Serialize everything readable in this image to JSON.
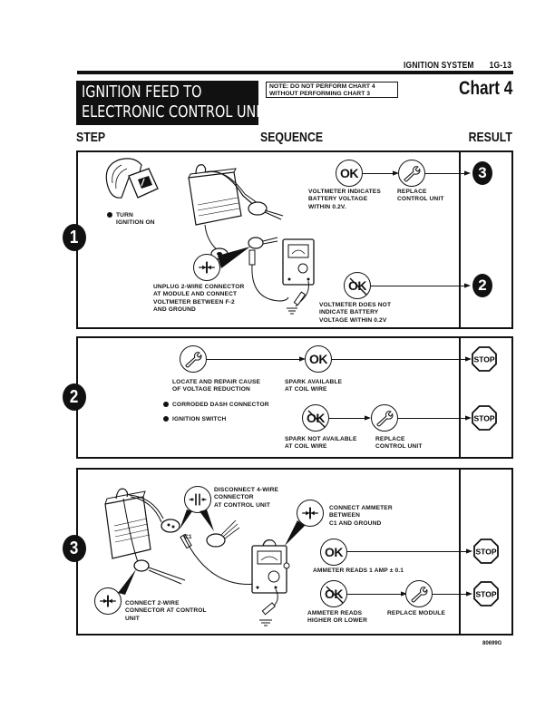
{
  "header": {
    "section": "IGNITION SYSTEM",
    "page": "1G-13",
    "title_line1": "IGNITION FEED TO",
    "title_line2": "ELECTRONIC CONTROL UNIT",
    "note_line1": "NOTE:  DO NOT PERFORM CHART 4",
    "note_line2": "WITHOUT PERFORMING CHART 3",
    "chart_label": "Chart 4"
  },
  "columns": {
    "step": "STEP",
    "sequence": "SEQUENCE",
    "result": "RESULT"
  },
  "steps": [
    {
      "number": "1",
      "instruction_bullet": "TURN",
      "instruction_bullet_line2": "IGNITION ON",
      "connector_label": [
        "UNPLUG 2-WIRE CONNECTOR",
        "AT MODULE AND CONNECT",
        "VOLTMETER BETWEEN F-2",
        "AND GROUND"
      ],
      "ok_icon": "OK",
      "ok_label": [
        "VOLTMETER INDICATES",
        "BATTERY VOLTAGE",
        "WITHIN 0.2V."
      ],
      "ok_action_label": [
        "REPLACE",
        "CONTROL UNIT"
      ],
      "ok_result": "3",
      "notok_icon": "OK",
      "notok_label": [
        "VOLTMETER DOES NOT",
        "INDICATE BATTERY",
        "VOLTAGE WITHIN 0.2V"
      ],
      "notok_result": "2"
    },
    {
      "number": "2",
      "action_label": [
        "LOCATE AND REPAIR CAUSE",
        "OF VOLTAGE REDUCTION"
      ],
      "bullets": [
        "CORRODED DASH CONNECTOR",
        "IGNITION SWITCH"
      ],
      "ok_icon": "OK",
      "ok_label": [
        "SPARK AVAILABLE",
        "AT COIL WIRE"
      ],
      "ok_result": "STOP",
      "notok_icon": "OK",
      "notok_label": [
        "SPARK NOT AVAILABLE",
        "AT COIL WIRE"
      ],
      "notok_action_label": [
        "REPLACE",
        "CONTROL UNIT"
      ],
      "notok_result": "STOP"
    },
    {
      "number": "3",
      "disconnect_label": [
        "DISCONNECT 4-WIRE",
        "CONNECTOR",
        "AT CONTROL UNIT"
      ],
      "c1_label": "C1",
      "connect_label": [
        "CONNECT 2-WIRE",
        "CONNECTOR AT CONTROL",
        "UNIT"
      ],
      "ammeter_label": [
        "CONNECT AMMETER",
        "BETWEEN",
        "C1 AND  GROUND"
      ],
      "ok_icon": "OK",
      "ok_label": [
        "AMMETER READS 1 AMP ± 0.1"
      ],
      "ok_result": "STOP",
      "notok_icon": "OK",
      "notok_label": [
        "AMMETER READS",
        "HIGHER OR LOWER"
      ],
      "notok_action_label": [
        "REPLACE MODULE"
      ],
      "notok_result": "STOP"
    }
  ],
  "figure_id": "80699G",
  "icons": {
    "ok": "ok-circle-icon",
    "not_ok": "not-ok-circle-icon",
    "wrench": "wrench-icon",
    "stop": "stop-sign-icon",
    "connect": "connect-arrows-icon",
    "disconnect": "disconnect-arrows-icon"
  }
}
